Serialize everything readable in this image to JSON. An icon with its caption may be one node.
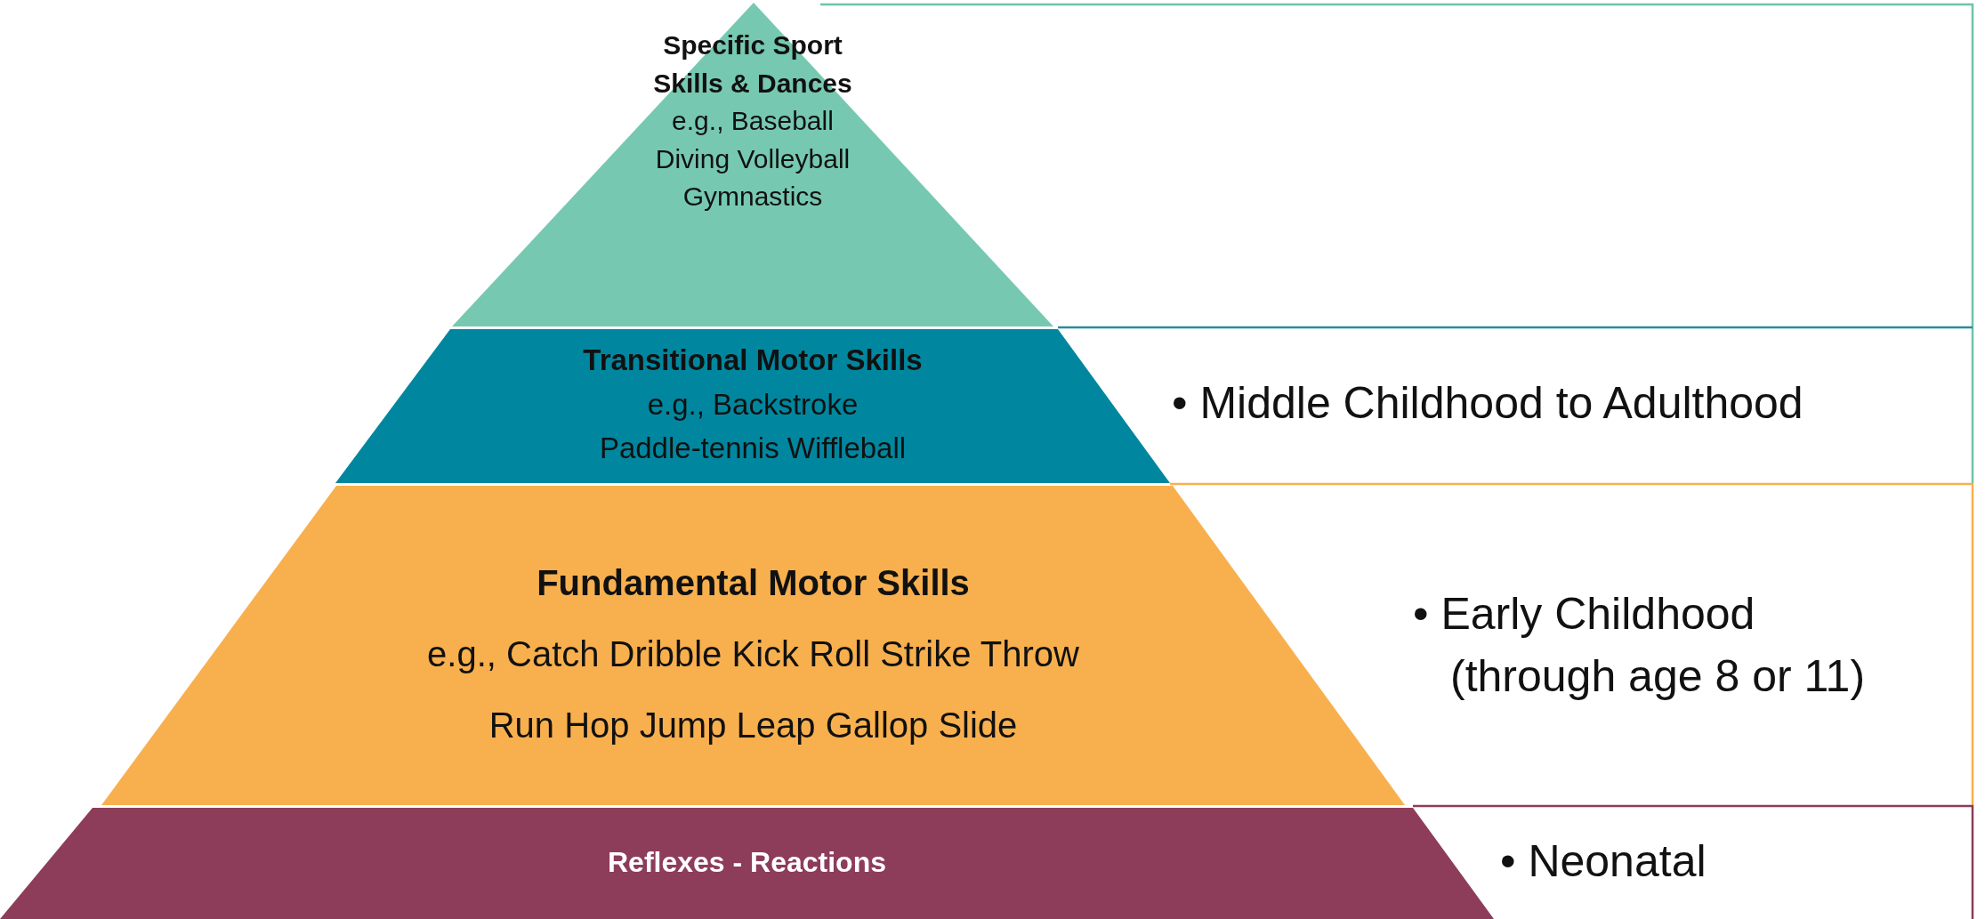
{
  "diagram": {
    "nodes": [
      {
        "text": [
          "Specific Sport Skills & Dances",
          "e.g., Baseball Diving Volleyball Gymnastics"
        ]
      },
      {
        "text": [
          "Transitional Motor Skills",
          "e.g., Backstroke Paddle-tennis Wiffleball"
        ]
      },
      {
        "text": [
          "Fundamental Motor Skills",
          "e.g., Catch Dribble Kick Roll Strike Throw Run Hop Jump Leap Gallop Slide"
        ]
      },
      {
        "text": [
          "Reflexes - Reactions"
        ]
      }
    ],
    "edges": [],
    "labels": [
      "• Middle Childhood to Adulthood",
      "• Early Childhood (through age 8 or 11)",
      "• Neonatal"
    ]
  }
}
